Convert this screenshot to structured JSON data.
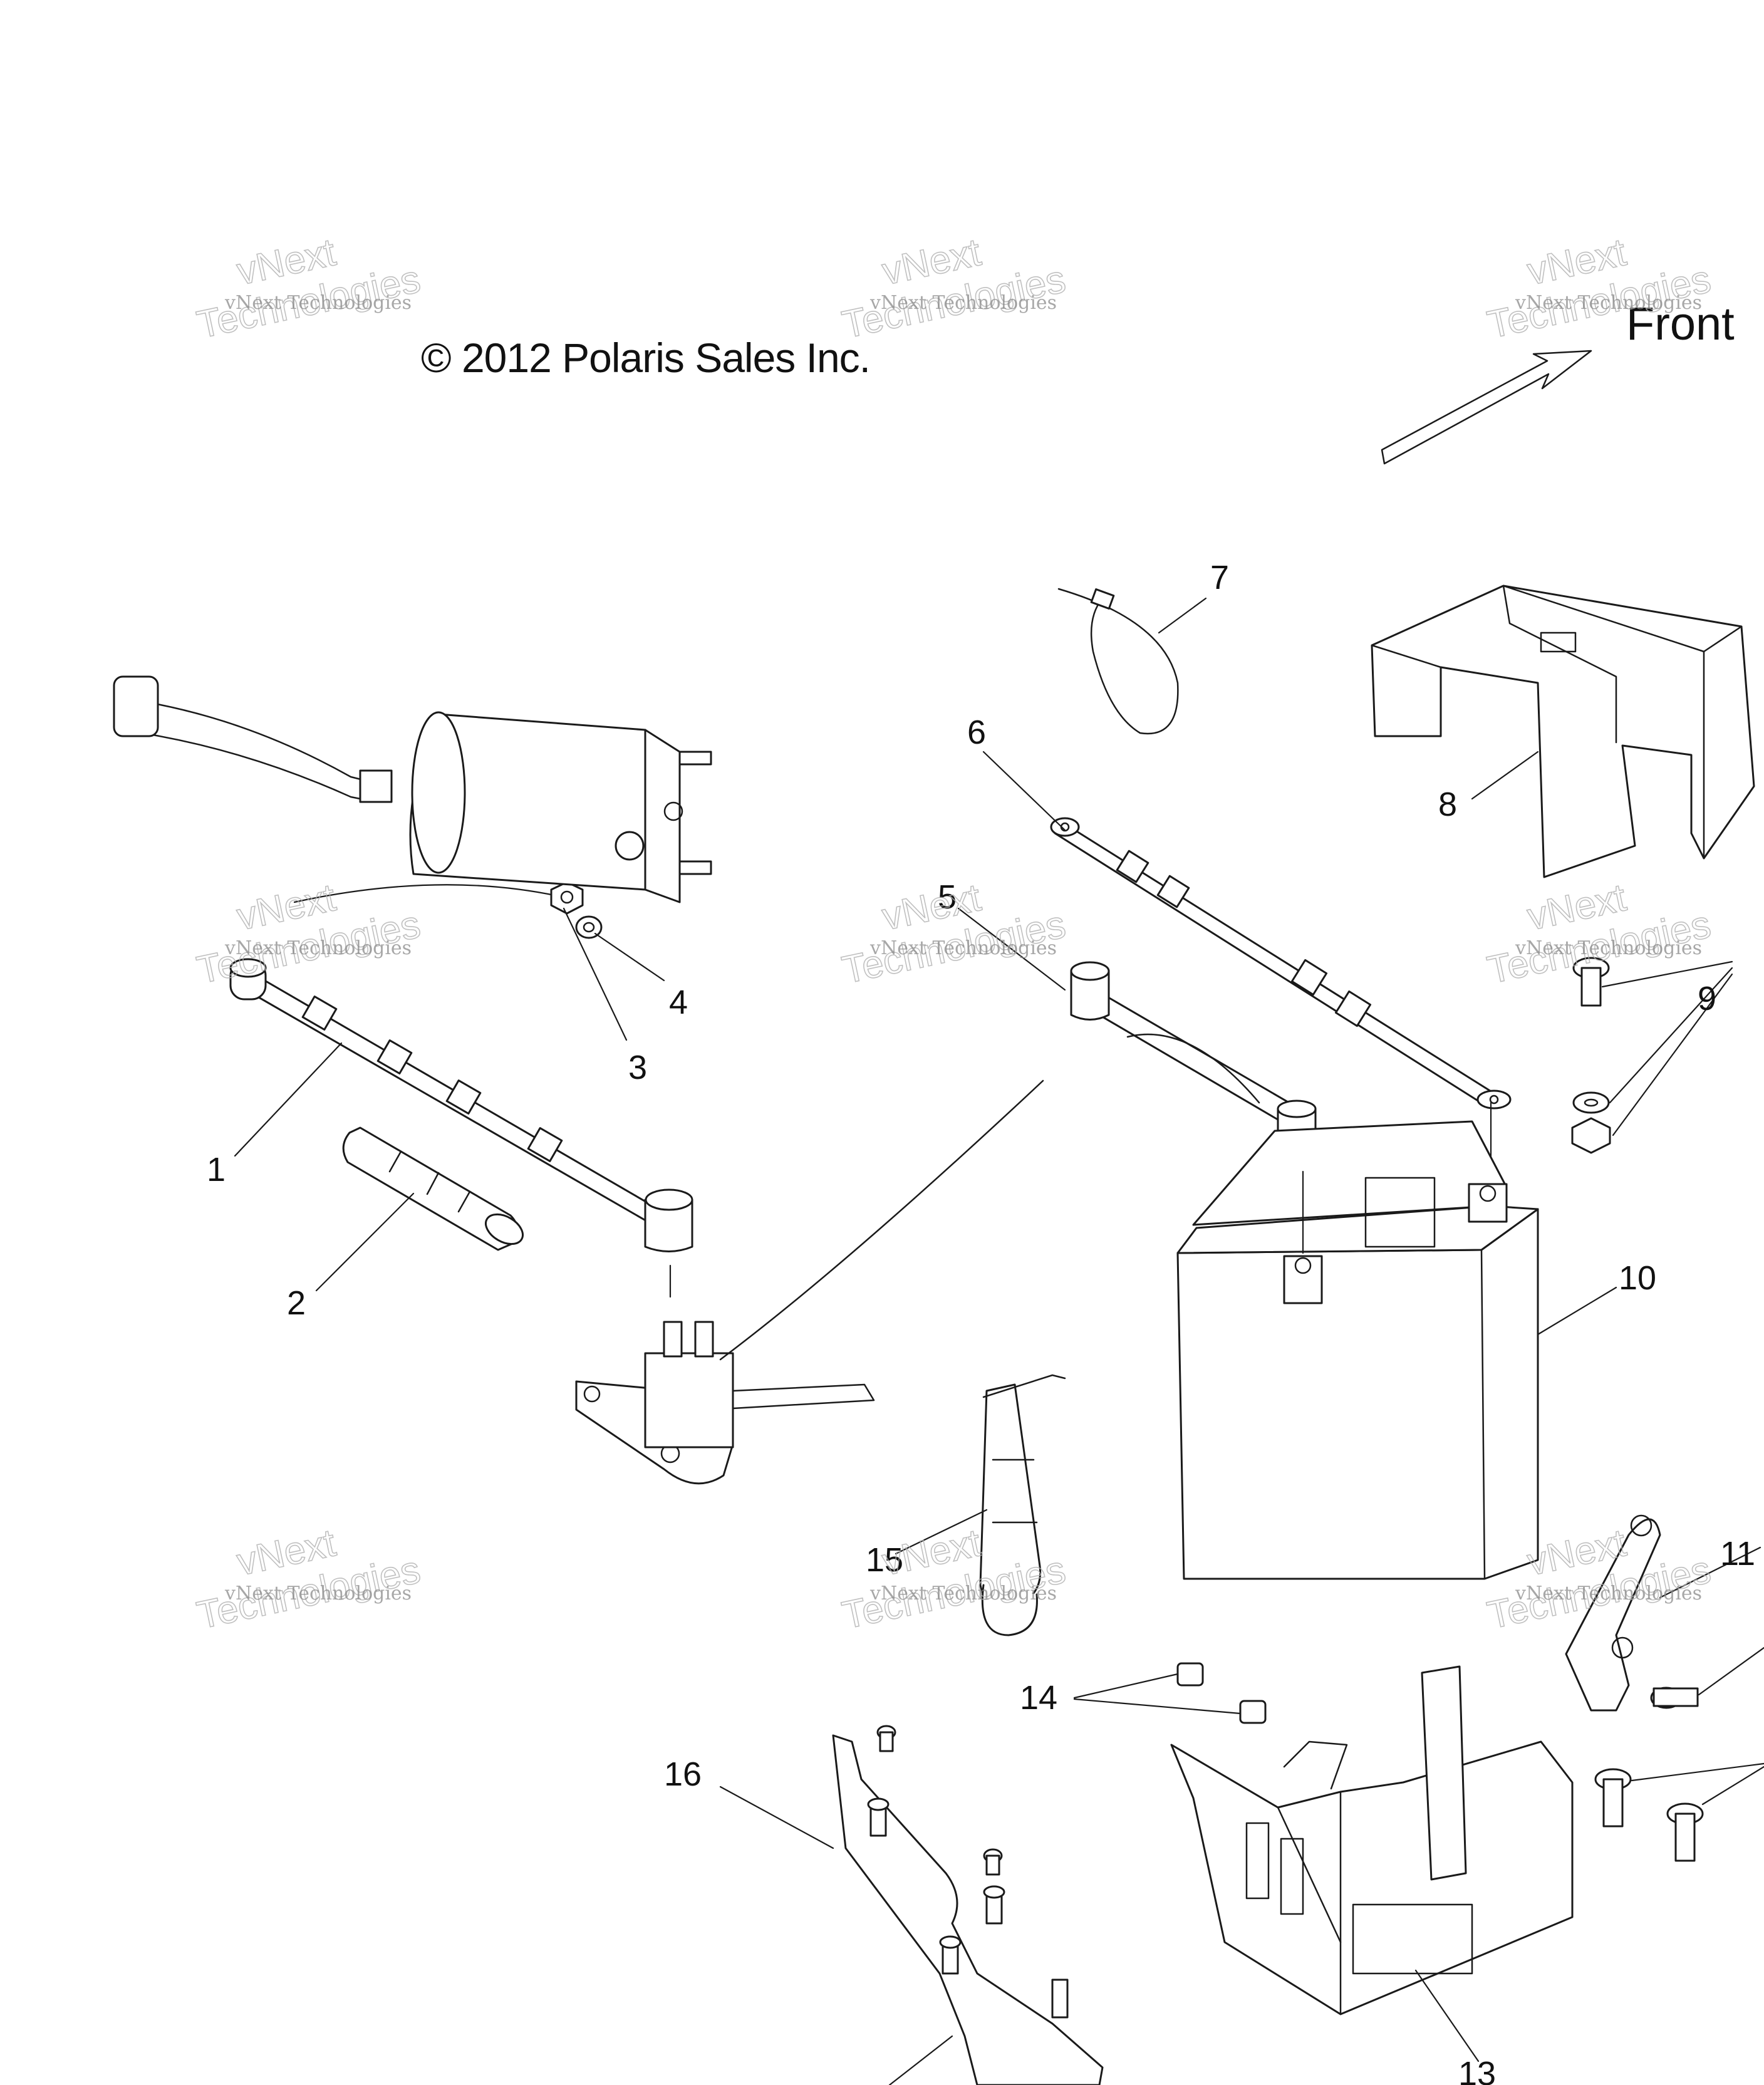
{
  "copyright": "© 2012 Polaris Sales Inc.",
  "orientation_label": "Front",
  "callouts": [
    "1",
    "2",
    "3",
    "4",
    "5",
    "6",
    "7",
    "8",
    "9",
    "10",
    "11",
    "13",
    "14",
    "15",
    "16"
  ],
  "watermark": {
    "line1": "vNext",
    "line2": "Technologies",
    "small": "vNext Technologies"
  }
}
